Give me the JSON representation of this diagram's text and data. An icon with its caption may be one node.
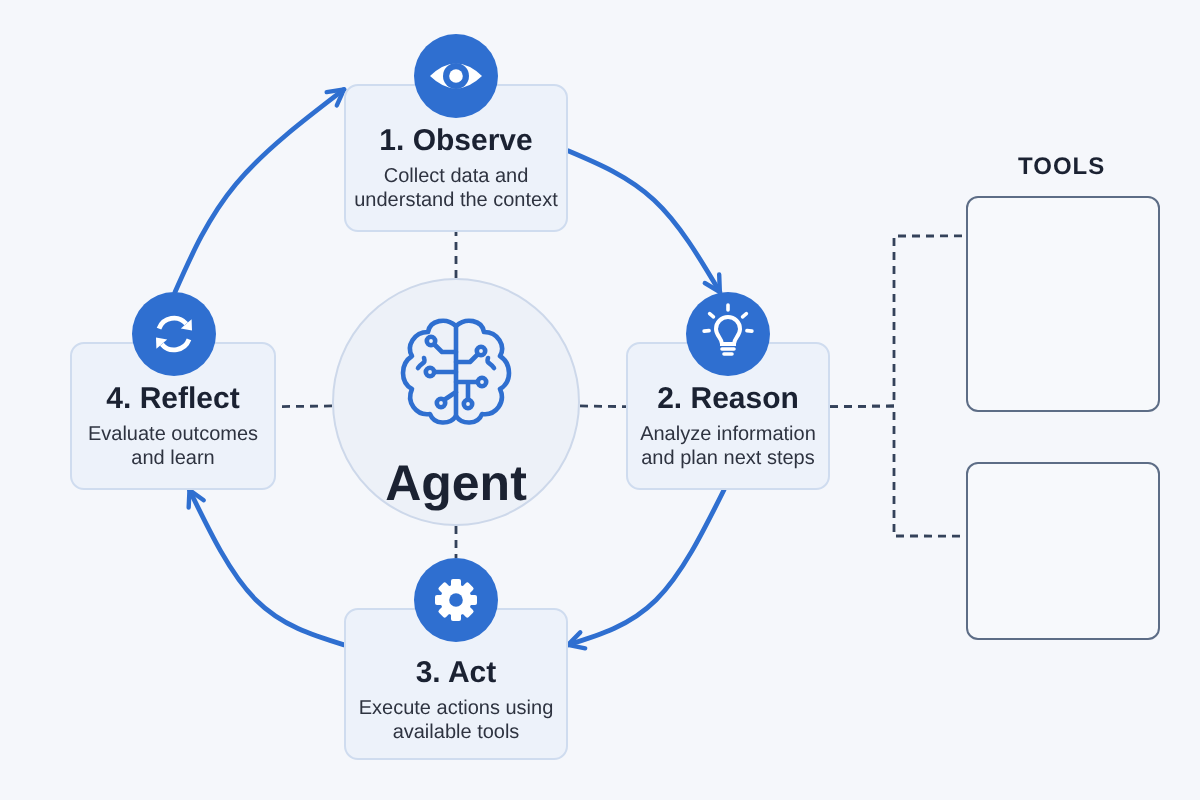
{
  "diagram": {
    "nodes": [
      {
        "text": [
          "1. Observe",
          "Collect data and understand the context"
        ]
      },
      {
        "text": [
          "Agent"
        ]
      },
      {
        "text": [
          "2. Reason",
          "Analyze information and plan next steps"
        ]
      },
      {
        "text": [
          "3. Act",
          "Execute actions using available tools"
        ]
      },
      {
        "text": [
          "4. Reflect",
          "Evaluate outcomes and learn"
        ]
      },
      {
        "text": [],
        "shape": "box"
      },
      {
        "text": [],
        "shape": "box"
      }
    ],
    "edges": [
      {
        "from": 0,
        "to": 2,
        "arrow": "to",
        "color": "#2f6fd0"
      },
      {
        "from": 2,
        "to": 3,
        "arrow": "to",
        "color": "#2f6fd0"
      },
      {
        "from": 3,
        "to": 4,
        "arrow": "to",
        "color": "#2f6fd0"
      },
      {
        "from": 4,
        "to": 0,
        "arrow": "to",
        "color": "#2f6fd0"
      },
      {
        "from": 1,
        "to": 0,
        "arrow": "none",
        "style": "dashed"
      },
      {
        "from": 1,
        "to": 4,
        "arrow": "none",
        "style": "dashed"
      },
      {
        "from": 1,
        "to": 2,
        "arrow": "none",
        "style": "dashed"
      },
      {
        "from": 1,
        "to": 3,
        "arrow": "none",
        "style": "dashed"
      },
      {
        "from": 2,
        "to": 5,
        "arrow": "none",
        "style": "dashed"
      },
      {
        "from": 2,
        "to": 6,
        "arrow": "none",
        "style": "dashed"
      }
    ],
    "labels": [
      "TOOLS"
    ]
  }
}
